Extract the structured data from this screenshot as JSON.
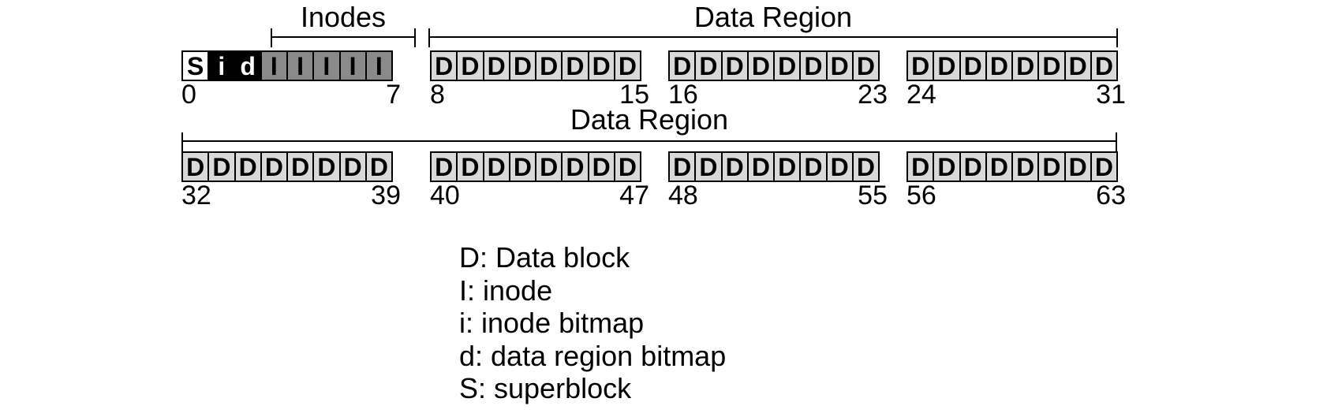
{
  "figure": {
    "row1": {
      "inodes_label": "Inodes",
      "data_region_label": "Data Region",
      "groups": [
        {
          "cells": [
            "S",
            "i",
            "d",
            "I",
            "I",
            "I",
            "I",
            "I"
          ],
          "start": "0",
          "end": "7"
        },
        {
          "cells": [
            "D",
            "D",
            "D",
            "D",
            "D",
            "D",
            "D",
            "D"
          ],
          "start": "8",
          "end": "15"
        },
        {
          "cells": [
            "D",
            "D",
            "D",
            "D",
            "D",
            "D",
            "D",
            "D"
          ],
          "start": "16",
          "end": "23"
        },
        {
          "cells": [
            "D",
            "D",
            "D",
            "D",
            "D",
            "D",
            "D",
            "D"
          ],
          "start": "24",
          "end": "31"
        }
      ]
    },
    "row2": {
      "data_region_label": "Data Region",
      "groups": [
        {
          "cells": [
            "D",
            "D",
            "D",
            "D",
            "D",
            "D",
            "D",
            "D"
          ],
          "start": "32",
          "end": "39"
        },
        {
          "cells": [
            "D",
            "D",
            "D",
            "D",
            "D",
            "D",
            "D",
            "D"
          ],
          "start": "40",
          "end": "47"
        },
        {
          "cells": [
            "D",
            "D",
            "D",
            "D",
            "D",
            "D",
            "D",
            "D"
          ],
          "start": "48",
          "end": "55"
        },
        {
          "cells": [
            "D",
            "D",
            "D",
            "D",
            "D",
            "D",
            "D",
            "D"
          ],
          "start": "56",
          "end": "63"
        }
      ]
    }
  },
  "legend": {
    "items": [
      "D: Data block",
      "I: inode",
      "i: inode bitmap",
      "d: data region bitmap",
      "S: superblock"
    ]
  },
  "colors": {
    "data_block": "#d9d9d9",
    "inode_block": "#8a8a8a",
    "bitmap_block": "#000000",
    "superblock": "#ffffff",
    "line": "#000000"
  }
}
